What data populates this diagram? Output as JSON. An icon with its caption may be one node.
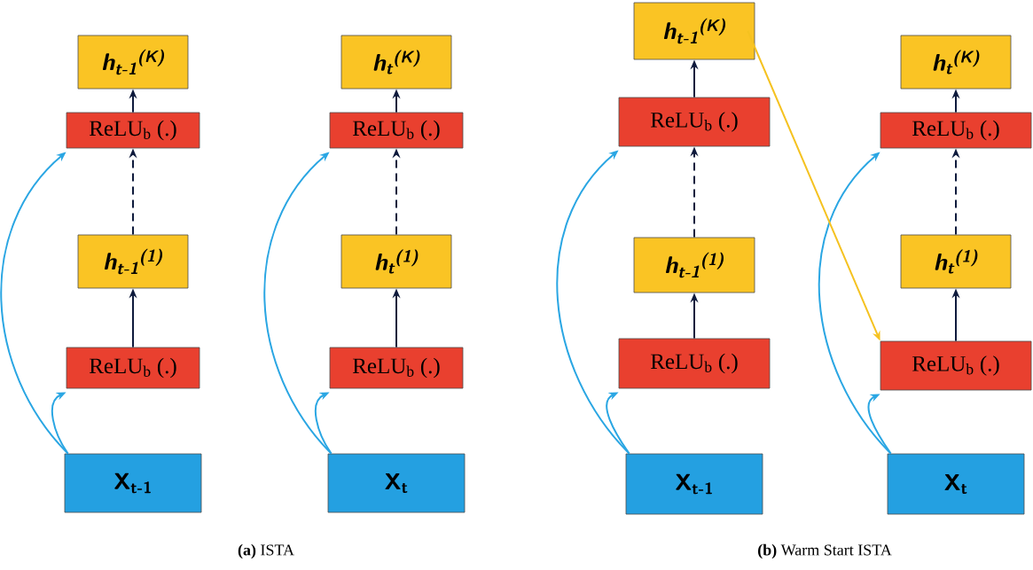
{
  "diagram": {
    "nodes": [
      {
        "text": [
          "h$_{t-1}$$^{(K)}$"
        ]
      },
      {
        "text": [
          "ReLU$_{b}$ (.)"
        ]
      },
      {
        "text": [
          "h$_{t-1}$$^{(1)}$"
        ]
      },
      {
        "text": [
          "ReLU$_{b}$ (.)"
        ]
      },
      {
        "text": [
          "X$_{t-1}$"
        ]
      },
      {
        "text": [
          "h$_{t}$$^{(K)}$"
        ]
      },
      {
        "text": [
          "ReLU$_{b}$ (.)"
        ]
      },
      {
        "text": [
          "h$_{t}$$^{(1)}$"
        ]
      },
      {
        "text": [
          "ReLU$_{b}$ (.)"
        ]
      },
      {
        "text": [
          "X$_{t}$"
        ]
      },
      {
        "text": [
          "h$_{t-1}$$^{(K)}$"
        ]
      },
      {
        "text": [
          "ReLU$_{b}$ (.)"
        ]
      },
      {
        "text": [
          "h$_{t-1}$$^{(1)}$"
        ]
      },
      {
        "text": [
          "ReLU$_{b}$ (.)"
        ]
      },
      {
        "text": [
          "X$_{t-1}$"
        ]
      },
      {
        "text": [
          "h$_{t}$$^{(K)}$"
        ]
      },
      {
        "text": [
          "ReLU$_{b}$ (.)"
        ]
      },
      {
        "text": [
          "h$_{t}$$^{(1)}$"
        ]
      },
      {
        "text": [
          "ReLU$_{b}$ (.)"
        ]
      },
      {
        "text": [
          "X$_{t}$"
        ]
      }
    ],
    "edges": [
      {
        "from": 4,
        "to": 3,
        "arrow": "to",
        "color": "#2aa6e3"
      },
      {
        "from": 4,
        "to": 1,
        "arrow": "to",
        "color": "#2aa6e3"
      },
      {
        "from": 3,
        "to": 2,
        "arrow": "to"
      },
      {
        "from": 2,
        "to": 1,
        "arrow": "to",
        "style": "dashed"
      },
      {
        "from": 1,
        "to": 0,
        "arrow": "to"
      },
      {
        "from": 9,
        "to": 8,
        "arrow": "to",
        "color": "#2aa6e3"
      },
      {
        "from": 9,
        "to": 6,
        "arrow": "to",
        "color": "#2aa6e3"
      },
      {
        "from": 8,
        "to": 7,
        "arrow": "to"
      },
      {
        "from": 7,
        "to": 6,
        "arrow": "to",
        "style": "dashed"
      },
      {
        "from": 6,
        "to": 5,
        "arrow": "to"
      },
      {
        "from": 14,
        "to": 13,
        "arrow": "to",
        "color": "#2aa6e3"
      },
      {
        "from": 14,
        "to": 11,
        "arrow": "to",
        "color": "#2aa6e3"
      },
      {
        "from": 13,
        "to": 12,
        "arrow": "to"
      },
      {
        "from": 12,
        "to": 11,
        "arrow": "to",
        "style": "dashed"
      },
      {
        "from": 11,
        "to": 10,
        "arrow": "to"
      },
      {
        "from": 19,
        "to": 18,
        "arrow": "to",
        "color": "#2aa6e3"
      },
      {
        "from": 19,
        "to": 16,
        "arrow": "to",
        "color": "#2aa6e3"
      },
      {
        "from": 18,
        "to": 17,
        "arrow": "to"
      },
      {
        "from": 17,
        "to": 16,
        "arrow": "to",
        "style": "dashed"
      },
      {
        "from": 16,
        "to": 15,
        "arrow": "to"
      },
      {
        "from": 10,
        "to": 18,
        "arrow": "to",
        "color": "#f5c220"
      }
    ],
    "labels": [
      "**(a)** ISTA",
      "**(b)** Warm Start ISTA"
    ]
  }
}
